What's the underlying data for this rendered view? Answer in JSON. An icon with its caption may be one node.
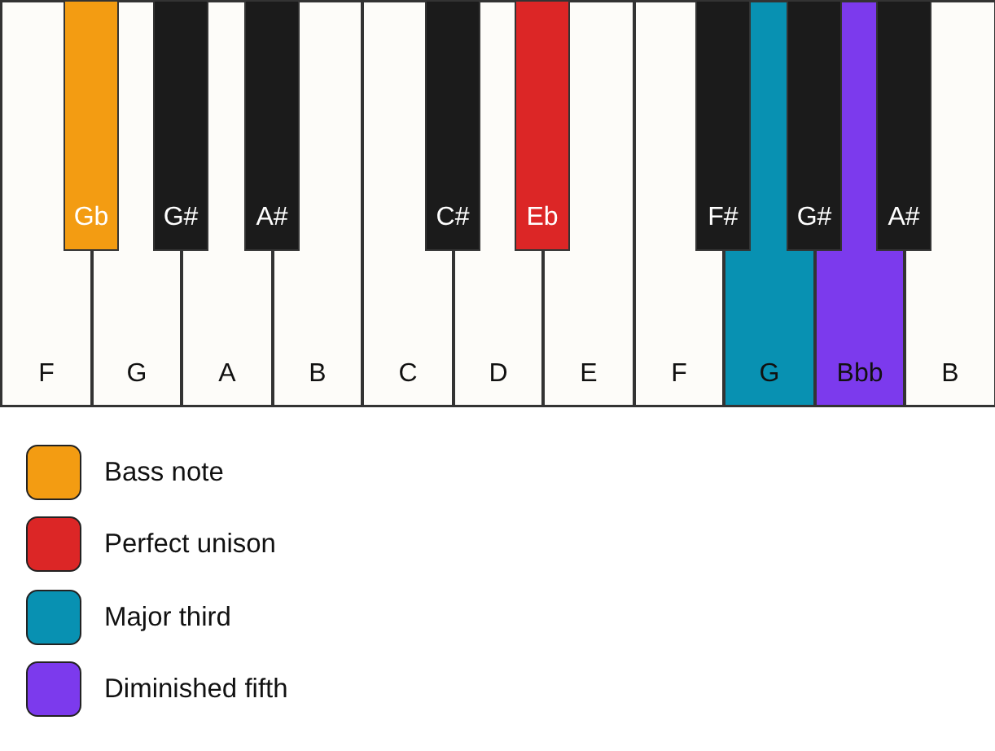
{
  "diagram": {
    "nodes": [
      {
        "text": [
          "F"
        ]
      },
      {
        "text": [
          "G"
        ]
      },
      {
        "text": [
          "A"
        ]
      },
      {
        "text": [
          "B"
        ]
      },
      {
        "text": [
          "C"
        ]
      },
      {
        "text": [
          "D"
        ]
      },
      {
        "text": [
          "E"
        ]
      },
      {
        "text": [
          "F"
        ]
      },
      {
        "text": [
          "G"
        ]
      },
      {
        "text": [
          "Bbb"
        ]
      },
      {
        "text": [
          "B"
        ]
      },
      {
        "text": [
          "Gb"
        ]
      },
      {
        "text": [
          "G#"
        ]
      },
      {
        "text": [
          "A#"
        ]
      },
      {
        "text": [
          "C#"
        ]
      },
      {
        "text": [
          "Eb"
        ]
      },
      {
        "text": [
          "F#"
        ]
      },
      {
        "text": [
          "G#"
        ]
      },
      {
        "text": [
          "A#"
        ]
      }
    ],
    "legend": [
      {
        "text": "Bass note",
        "color": "#f39c12"
      },
      {
        "text": "Perfect unison",
        "color": "#dc2626"
      },
      {
        "text": "Major third",
        "color": "#0891b2"
      },
      {
        "text": "Diminished fifth",
        "color": "#7c3aed"
      }
    ]
  }
}
